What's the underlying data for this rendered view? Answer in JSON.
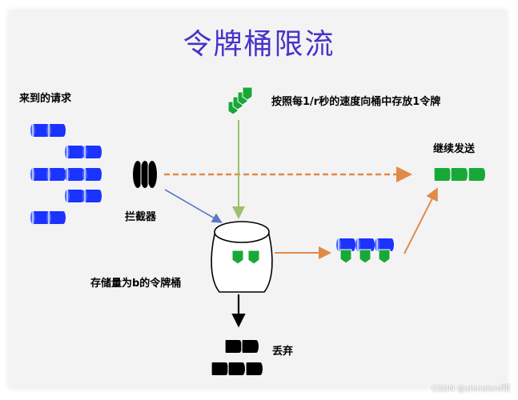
{
  "title": "令牌桶限流",
  "labels": {
    "incoming_requests": "来到的请求",
    "token_rate": "按照每1/r秒的速度向桶中存放1令牌",
    "continue_sending": "继续发送",
    "intercept": "拦截器",
    "bucket_capacity": "存储量为b的令牌桶",
    "discard": "丢弃"
  },
  "watermark": "CSDN @shinelord明",
  "colors": {
    "title": "#4633c8",
    "request": "#1a33ff",
    "token": "#18a838",
    "blocked": "#000000",
    "arrow_flow": "#e08a4a",
    "arrow_token": "#9fbf70",
    "arrow_intercept": "#5a78c8"
  }
}
